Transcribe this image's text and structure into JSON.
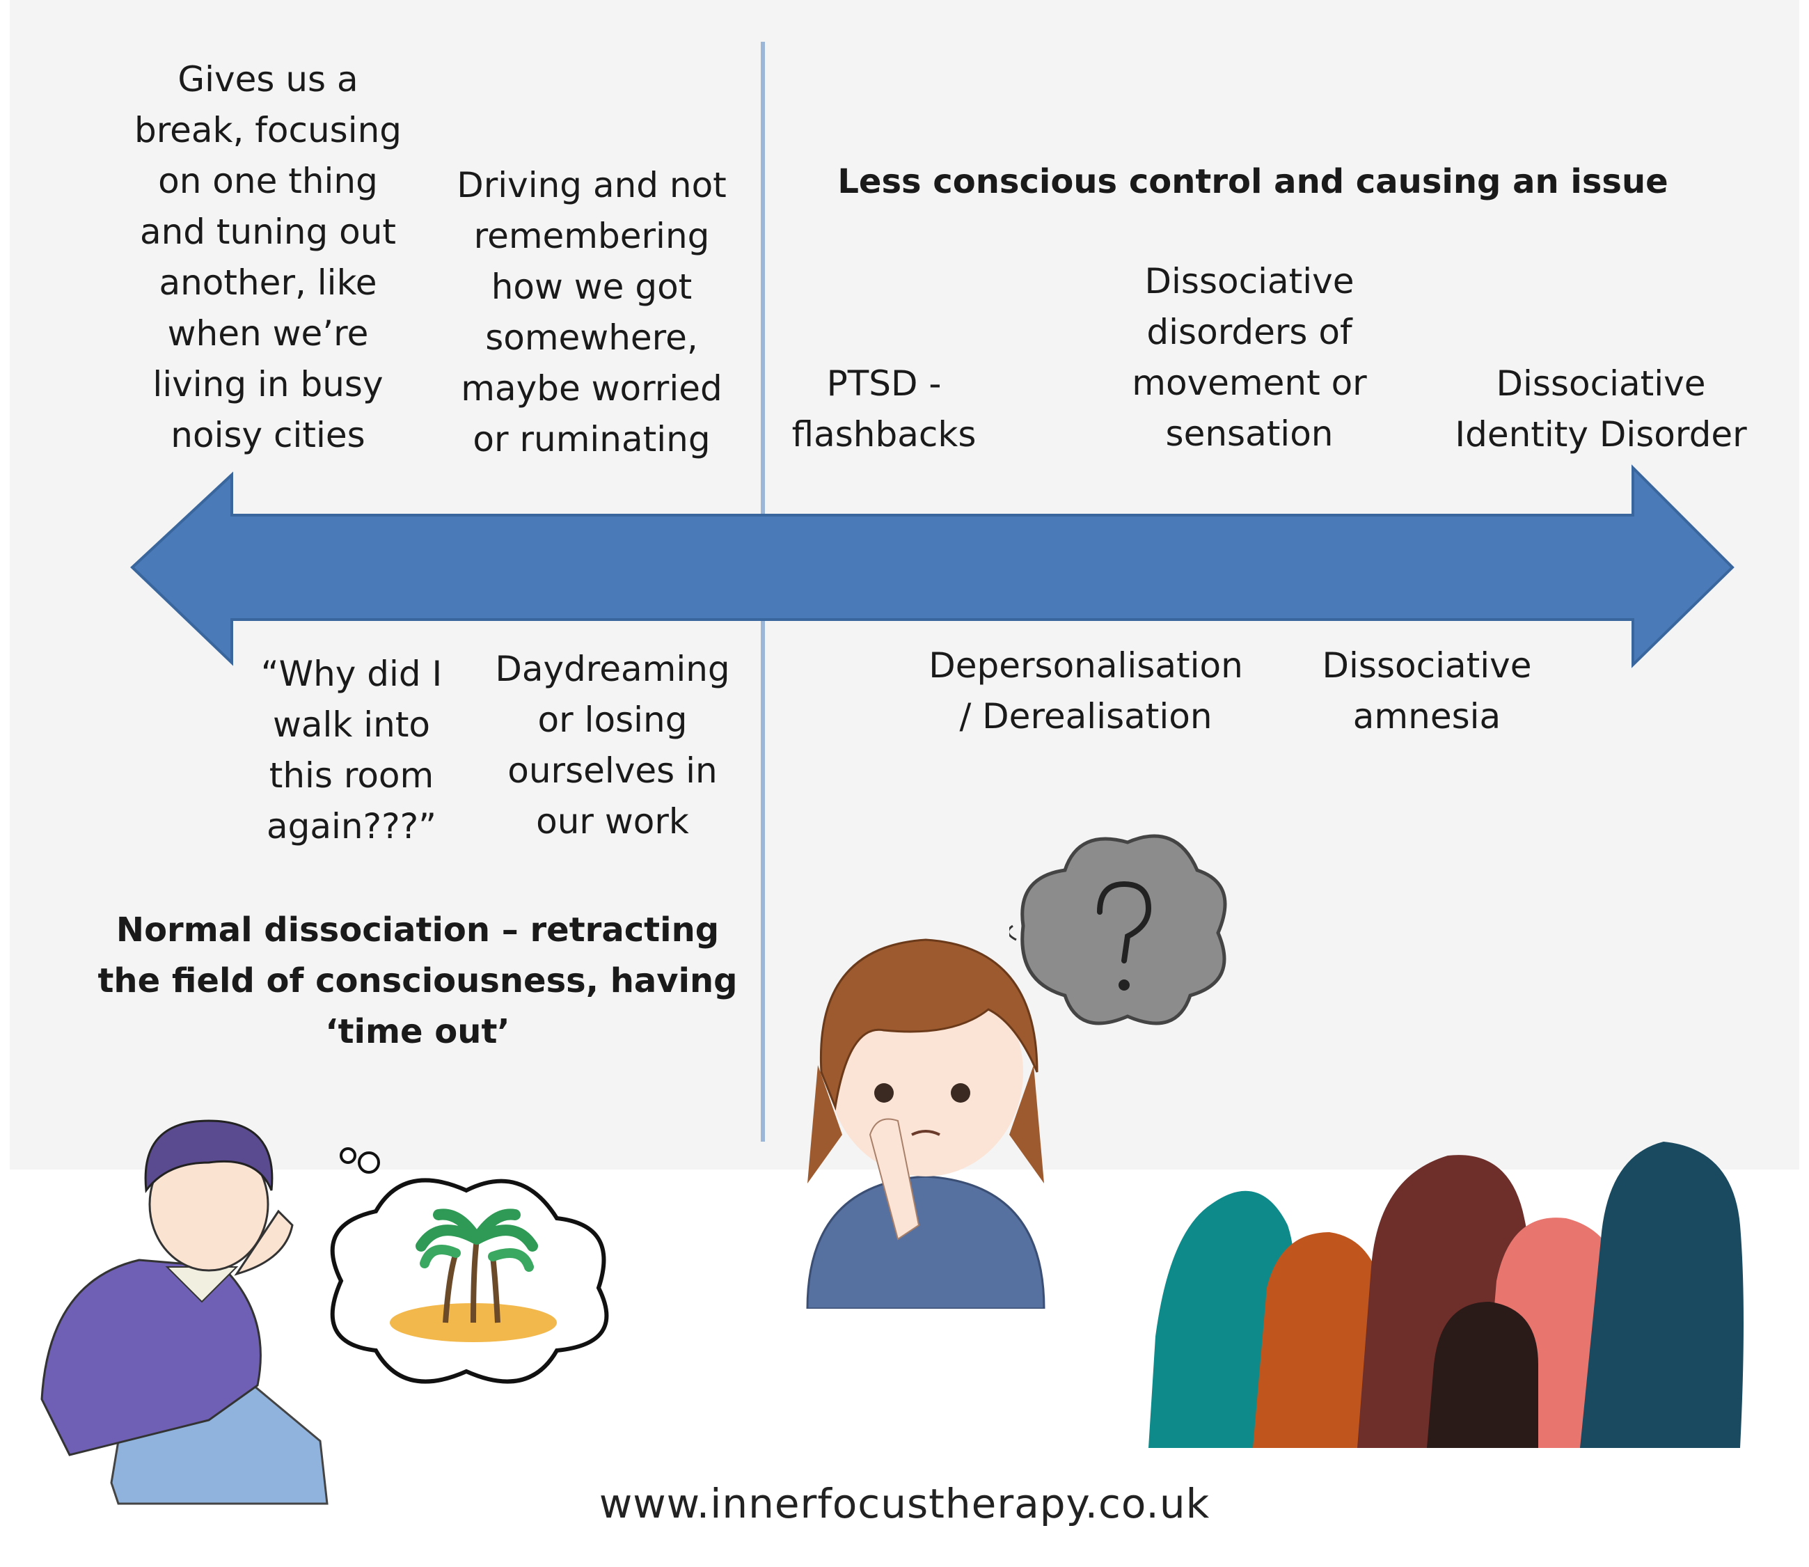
{
  "left_side": {
    "top_items": [
      "Gives us a\nbreak, focusing\non one thing\nand tuning out\nanother, like\nwhen we’re\nliving in busy\nnoisy cities",
      "Driving and not\nremembering\nhow we got\nsomewhere,\nmaybe worried\nor ruminating"
    ],
    "bottom_items": [
      "“Why did I\nwalk into\nthis room\nagain???”",
      "Daydreaming\nor losing\nourselves in\nour work"
    ],
    "heading": "Normal dissociation – retracting\nthe field of consciousness, having\n‘time out’"
  },
  "right_side": {
    "heading": "Less conscious control and causing an issue",
    "top_items": [
      "PTSD -\nflashbacks",
      "Dissociative\ndisorders of\nmovement or\nsensation",
      "Dissociative\nIdentity Disorder"
    ],
    "bottom_items": [
      "Depersonalisation\n/ Derealisation",
      "Dissociative\namnesia"
    ]
  },
  "footer": "www.innerfocustherapy.co.uk",
  "colors": {
    "arrow": "#4a7ab7",
    "arrow_outline": "#3a669e",
    "panel": "#f4f4f4",
    "divider": "#9bb6d6",
    "silhouettes": [
      "#0f8a8a",
      "#c0561e",
      "#6e2e2a",
      "#e8766e",
      "#1a4a60",
      "#2a1a18"
    ]
  },
  "illustrations": [
    "man-daydreaming-icon",
    "palm-island-thought-icon",
    "confused-girl-icon",
    "question-cloud-icon",
    "people-silhouettes-icon"
  ]
}
